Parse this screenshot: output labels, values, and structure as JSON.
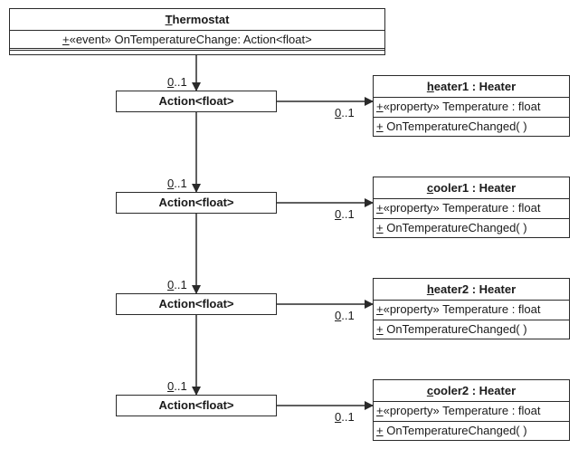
{
  "thermostat": {
    "title": "Thermostat",
    "title_first": "T",
    "title_rest": "hermostat",
    "visibility": "+",
    "member": "«event» OnTemperatureChange: Action<float>"
  },
  "action_label": "Action<float>",
  "multiplicity": {
    "zero": "0",
    "rest": "..1"
  },
  "objects": [
    {
      "name_first": "h",
      "name_rest": "eater1",
      "type": " : Heater"
    },
    {
      "name_first": "c",
      "name_rest": "ooler1",
      "type": " : Heater"
    },
    {
      "name_first": "h",
      "name_rest": "eater2",
      "type": " : Heater"
    },
    {
      "name_first": "c",
      "name_rest": "ooler2",
      "type": " : Heater"
    }
  ],
  "object_members": {
    "visibility": "+",
    "property": "«property» Temperature : float",
    "method": " OnTemperatureChanged(  )"
  }
}
